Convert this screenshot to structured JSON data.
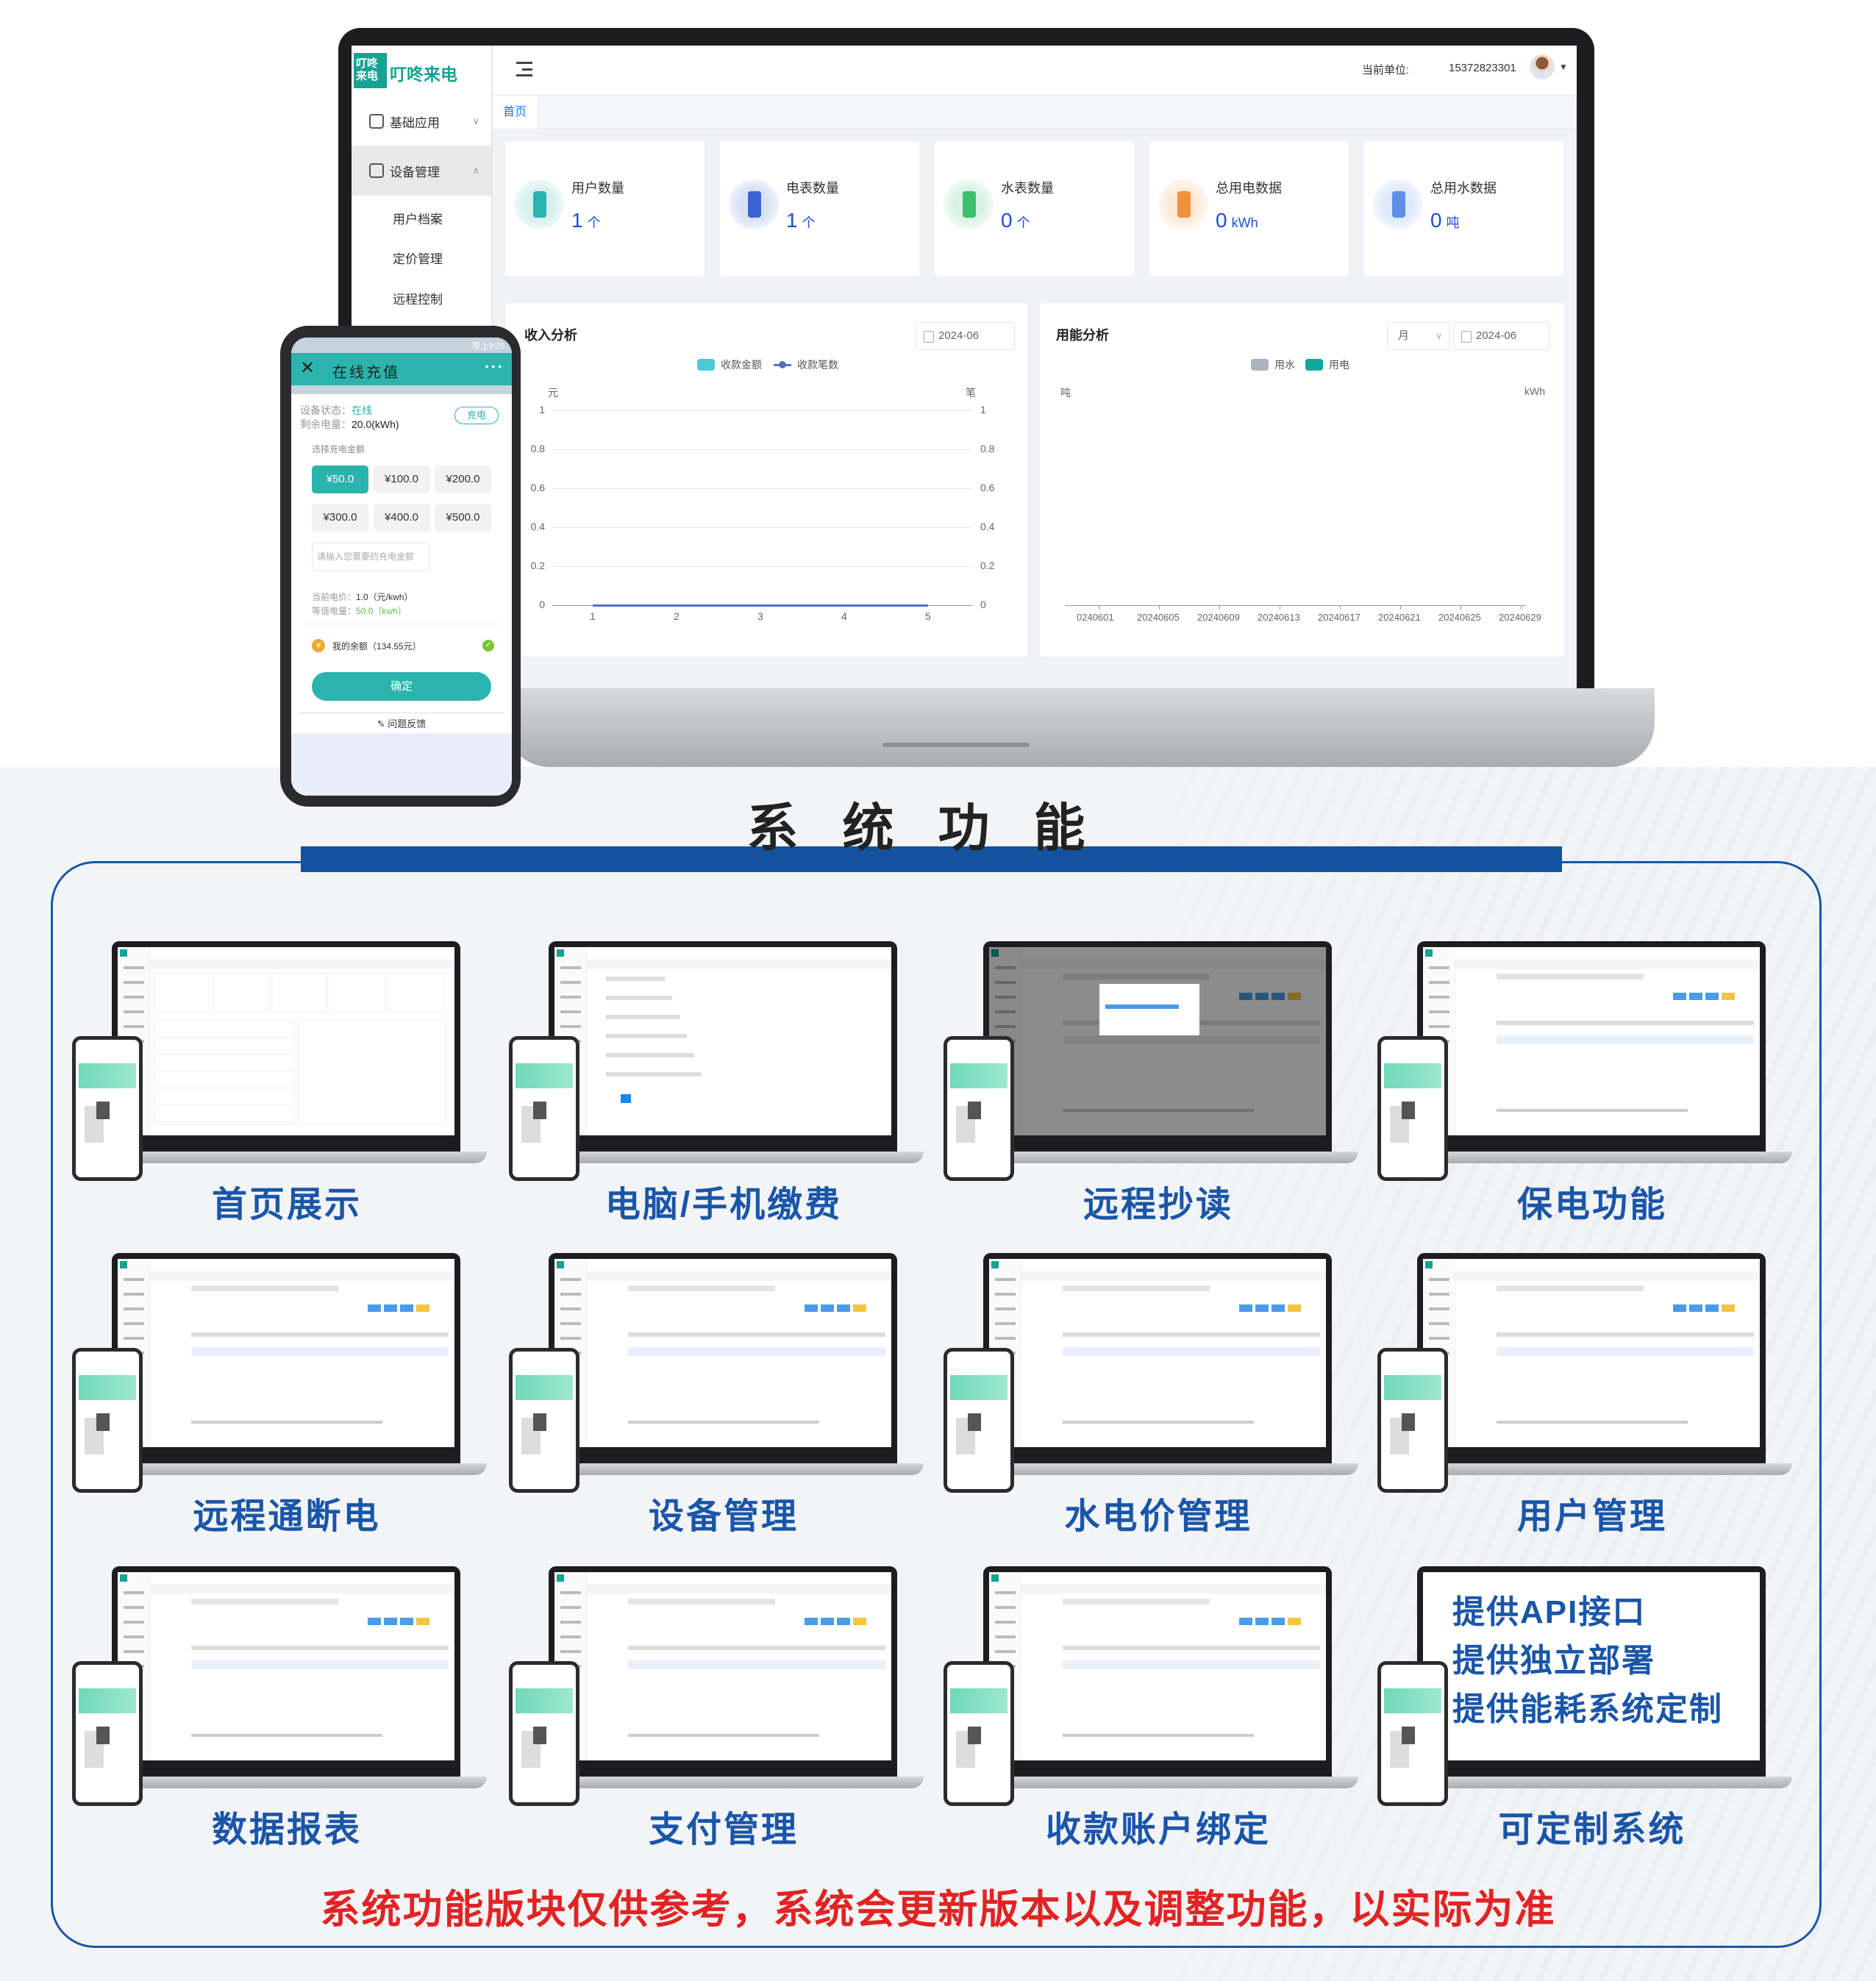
{
  "app": {
    "logo_badge": "叮咚来电",
    "logo_text": "叮咚来电"
  },
  "header": {
    "unit_label": "当前单位:",
    "phone": "15372823301"
  },
  "sidebar": {
    "items": [
      {
        "label": "基础应用"
      },
      {
        "label": "设备管理"
      }
    ],
    "subitems": [
      "用户档案",
      "定价管理",
      "远程控制"
    ]
  },
  "tabs": [
    "首页"
  ],
  "stats": [
    {
      "label": "用户数量",
      "value": "1",
      "unit": "个",
      "color": "#2bb3b0"
    },
    {
      "label": "电表数量",
      "value": "1",
      "unit": "个",
      "color": "#3a63d8"
    },
    {
      "label": "水表数量",
      "value": "0",
      "unit": "个",
      "color": "#3cc06a"
    },
    {
      "label": "总用电数据",
      "value": "0",
      "unit": "kWh",
      "color": "#f0913c"
    },
    {
      "label": "总用水数据",
      "value": "0",
      "unit": "吨",
      "color": "#5b8fe8"
    }
  ],
  "income_chart": {
    "title": "收入分析",
    "date": "2024-06",
    "legend": [
      "收款金额",
      "收款笔数"
    ],
    "left_unit": "元",
    "right_unit": "笔",
    "y_ticks": [
      "1",
      "0.8",
      "0.6",
      "0.4",
      "0.2",
      "0"
    ],
    "x_ticks": [
      "1",
      "2",
      "3",
      "4",
      "5"
    ]
  },
  "energy_chart": {
    "title": "用能分析",
    "period": "月",
    "date": "2024-06",
    "legend": [
      "用水",
      "用电"
    ],
    "left_unit": "吨",
    "right_unit": "kWh",
    "x_ticks": [
      "0240601",
      "20240605",
      "20240609",
      "20240613",
      "20240617",
      "20240621",
      "20240625",
      "20240629"
    ]
  },
  "chart_data": [
    {
      "type": "line",
      "title": "收入分析",
      "x": [
        1,
        2,
        3,
        4,
        5
      ],
      "series": [
        {
          "name": "收款金额",
          "values": [
            0,
            0,
            0,
            0,
            0
          ]
        },
        {
          "name": "收款笔数",
          "values": [
            0,
            0,
            0,
            0,
            0
          ]
        }
      ],
      "ylim": [
        0,
        1
      ],
      "ylabel": "元",
      "y2label": "笔"
    },
    {
      "type": "bar",
      "title": "用能分析",
      "categories": [
        "0240601",
        "20240605",
        "20240609",
        "20240613",
        "20240617",
        "20240621",
        "20240625",
        "20240629"
      ],
      "series": [
        {
          "name": "用水",
          "values": []
        },
        {
          "name": "用电",
          "values": []
        }
      ],
      "ylabel": "吨",
      "y2label": "kWh"
    }
  ],
  "mobile": {
    "status_time": "早上9:25",
    "title": "在线充值",
    "more": "• • •",
    "status_label": "设备状态：",
    "status_value": "在线",
    "remaining_label": "剩余电量：",
    "remaining_value": "20.0(kWh)",
    "charge_button": "充电",
    "amount_label": "选择充电金额",
    "amounts": [
      "¥50.0",
      "¥100.0",
      "¥200.0",
      "¥300.0",
      "¥400.0",
      "¥500.0"
    ],
    "input_placeholder": "请输入您需要的充电金额",
    "price_label": "当前电价：",
    "price_value": "1.0（元/kwh）",
    "equiv_label": "等值电量：",
    "equiv_value": "50.0（kwh）",
    "balance": "我的余额（134.55元）",
    "confirm": "确定",
    "feedback": "问题反馈"
  },
  "section": {
    "title": "系统功能",
    "disclaimer": "系统功能版块仅供参考，系统会更新版本以及调整功能，以实际为准"
  },
  "features": [
    "首页展示",
    "电脑/手机缴费",
    "远程抄读",
    "保电功能",
    "远程通断电",
    "设备管理",
    "水电价管理",
    "用户管理",
    "数据报表",
    "支付管理",
    "收款账户绑定",
    "可定制系统"
  ],
  "custom_lines": [
    "提供API接口",
    "提供独立部署",
    "提供能耗系统定制"
  ]
}
